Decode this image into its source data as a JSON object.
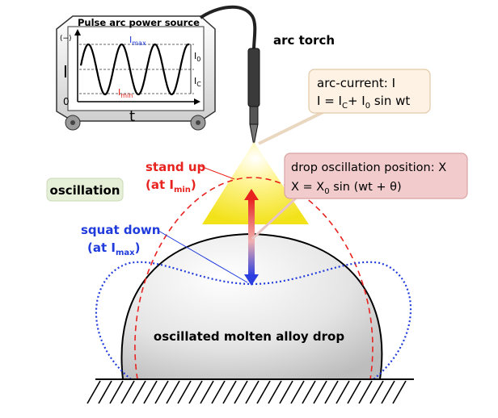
{
  "power_source": {
    "title": "Pulse arc power source",
    "axis_y": "I",
    "axis_x": "t",
    "origin": "0",
    "minus_sign": "(−)",
    "imax_base": "I",
    "imax_sub": "max",
    "imin_base": "I",
    "imin_sub": "min",
    "i0_base": "I",
    "i0_sub": "0",
    "ic_base": "I",
    "ic_sub": "C"
  },
  "torch_label": "arc torch",
  "arc_current_box": {
    "line1": "arc-current: I",
    "line2_pre": "I = I",
    "line2_sub1": "C",
    "line2_mid": "+ I",
    "line2_sub2": "0",
    "line2_post": " sin wt"
  },
  "drop_position_box": {
    "line1": "drop oscillation position: X",
    "line2_pre": "X = X",
    "line2_sub": "0",
    "line2_post": " sin (wt + θ)"
  },
  "oscillation_badge": "oscillation",
  "stand_up": {
    "line1": "stand up",
    "line2_pre": "(at I",
    "line2_sub": "min",
    "line2_post": ")"
  },
  "squat_down": {
    "line1": "squat down",
    "line2_pre": "(at I",
    "line2_sub": "max",
    "line2_post": ")"
  },
  "drop_label": "oscillated molten alloy drop",
  "colors": {
    "red": "#e8231f",
    "blue": "#1f3bdc",
    "arc_glow": "#fff04a",
    "drop_fill": "#d9d9d9",
    "badge_fill": "#e6f0d8",
    "box_arc": "#fdf2e4",
    "box_drop": "#f2cccc"
  }
}
